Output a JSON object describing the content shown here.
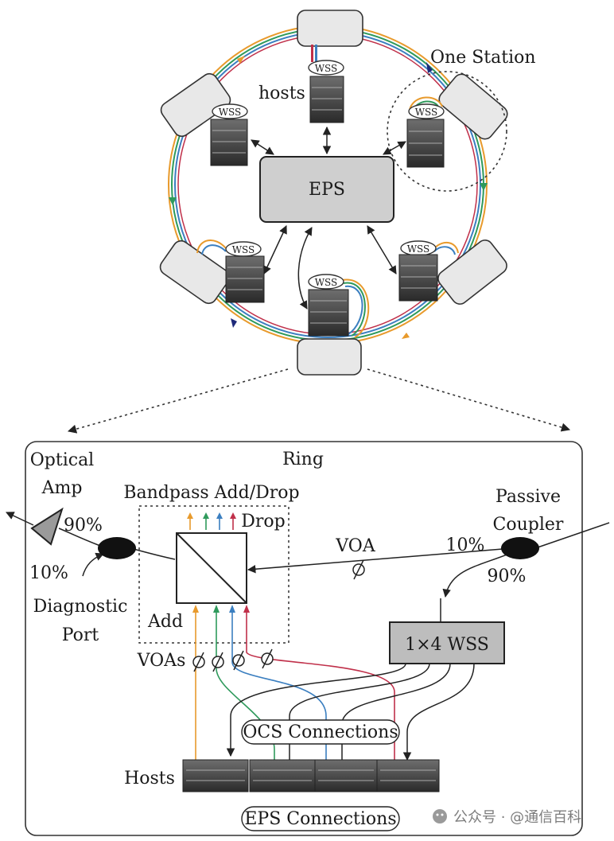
{
  "top": {
    "one_station": "One Station",
    "hosts": "hosts",
    "eps": "EPS",
    "wss": "WSS"
  },
  "detail": {
    "ring": "Ring",
    "optical_amp_1": "Optical",
    "optical_amp_2": "Amp",
    "bandpass": "Bandpass Add/Drop",
    "drop": "Drop",
    "add": "Add",
    "passive_1": "Passive",
    "passive_2": "Coupler",
    "voa": "VOA",
    "voas": "VOAs",
    "pct_90_left": "90%",
    "pct_10_left": "10%",
    "pct_10_right": "10%",
    "pct_90_right": "90%",
    "diag_1": "Diagnostic",
    "diag_2": "Port",
    "wss_1x4": "1×4 WSS",
    "ocs": "OCS Connections",
    "hosts": "Hosts",
    "eps_conn": "EPS Connections"
  },
  "watermark": "公众号 · @通信百科",
  "colors": {
    "orange": "#e89a2c",
    "green": "#2f9a5c",
    "blue": "#3b7fc0",
    "red": "#c0304a",
    "navy": "#1f2a7a",
    "box_gray": "#cfcfcf",
    "node_gray": "#e6e6e6"
  }
}
